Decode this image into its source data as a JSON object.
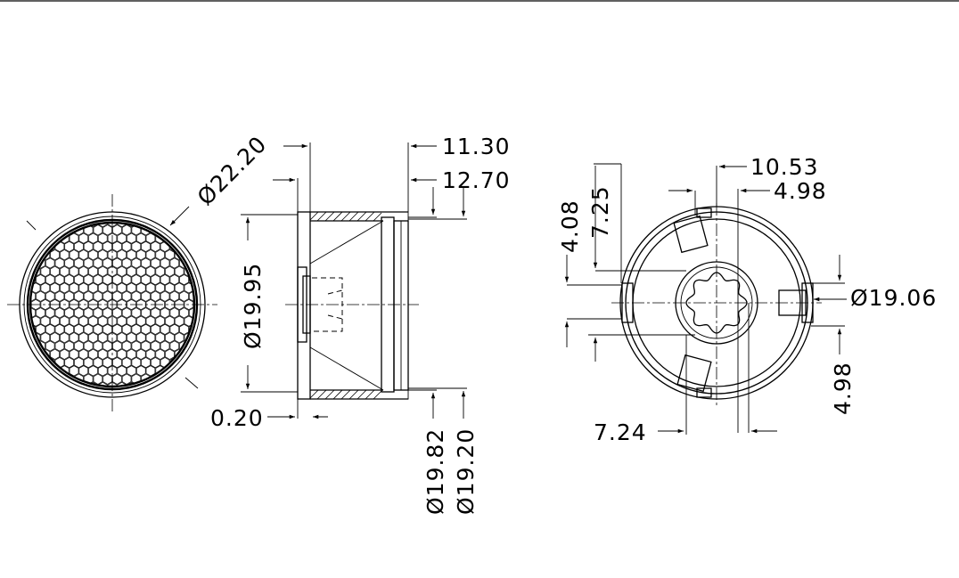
{
  "dimensions": {
    "d_22_20": "Ø22.20",
    "d_19_95": "Ø19.95",
    "t_0_20": "0.20",
    "h_11_30": "11.30",
    "h_12_70": "12.70",
    "d_19_82": "Ø19.82",
    "d_19_20": "Ø19.20",
    "w_10_53": "10.53",
    "w_4_98_top": "4.98",
    "w_4_08": "4.08",
    "w_7_25": "7.25",
    "d_19_06": "Ø19.06",
    "w_7_24": "7.24",
    "w_4_98_right": "4.98"
  }
}
